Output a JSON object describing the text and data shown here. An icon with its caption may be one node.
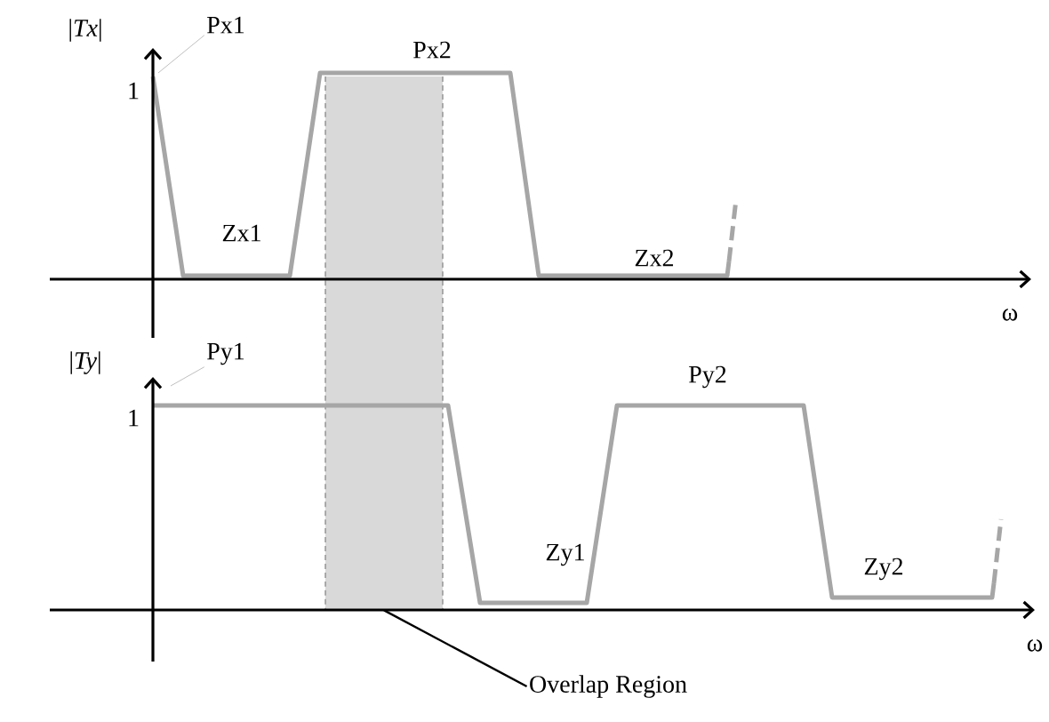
{
  "diagram": {
    "nodes": [
      {
        "text": [
          "Px1"
        ]
      },
      {
        "text": [
          "Py1"
        ]
      },
      {
        "text": [],
        "shape": "box"
      },
      {
        "text": [
          "Overlap Region"
        ]
      }
    ],
    "edges": [
      {
        "from": 0,
        "to": null,
        "arrow": "none"
      },
      {
        "from": 1,
        "to": null,
        "arrow": "none"
      },
      {
        "from": 3,
        "to": 2,
        "arrow": "none",
        "color": "#000000"
      }
    ],
    "labels": [
      "|*Tx*|",
      "1",
      "Px2",
      "Zx1",
      "Zx2",
      "ω",
      "|*Ty*|",
      "1",
      "Py2",
      "Zy1",
      "Zy2",
      "ω"
    ]
  }
}
